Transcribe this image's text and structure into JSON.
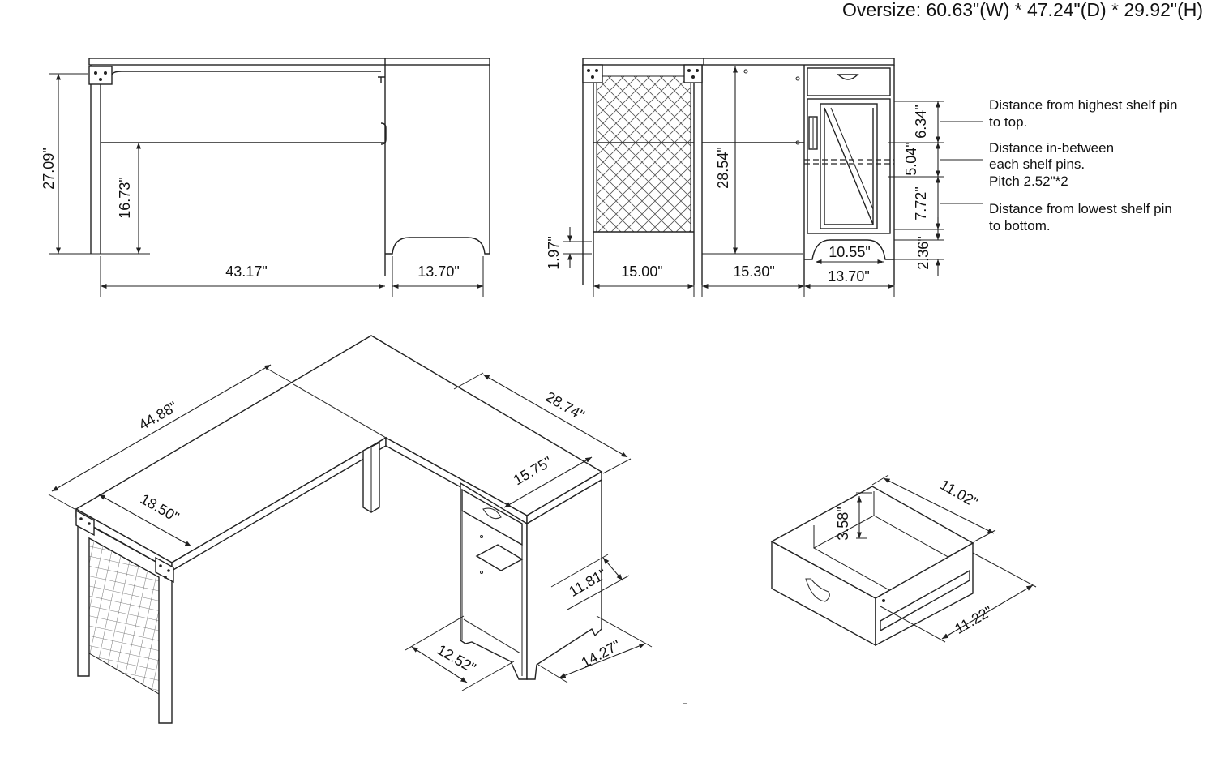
{
  "title": "Oversize: 60.63\"(W) * 47.24\"(D) * 29.92\"(H)",
  "side_view": {
    "height_total": "27.09\"",
    "height_clearance": "16.73\"",
    "width_main": "43.17\"",
    "width_cabinet": "13.70\""
  },
  "front_view": {
    "foot_height": "1.97\"",
    "height_inner": "28.54\"",
    "width_panel": "15.00\"",
    "width_gap": "15.30\"",
    "width_cabinet": "13.70\"",
    "kick_width": "10.55\"",
    "shelf_top": "6.34\"",
    "shelf_pins": "5.04\"",
    "shelf_bottom": "7.72\"",
    "kick_height": "2.36\""
  },
  "notes": {
    "top_line1": "Distance from highest shelf pin",
    "top_line2": "to top.",
    "mid_line1": "Distance in-between",
    "mid_line2": "each shelf pins.",
    "mid_line3": "Pitch 2.52\"*2",
    "bot_line1": "Distance from lowest shelf pin",
    "bot_line2": "to bottom."
  },
  "iso_view": {
    "long_length": "44.88\"",
    "long_depth": "18.50\"",
    "return_length": "28.74\"",
    "return_depth": "15.75\"",
    "shelf_height": "11.81\"",
    "cabinet_width": "12.52\"",
    "cabinet_depth": "14.27\""
  },
  "drawer_view": {
    "depth": "11.02\"",
    "height": "3.58\"",
    "width": "11.22\""
  }
}
